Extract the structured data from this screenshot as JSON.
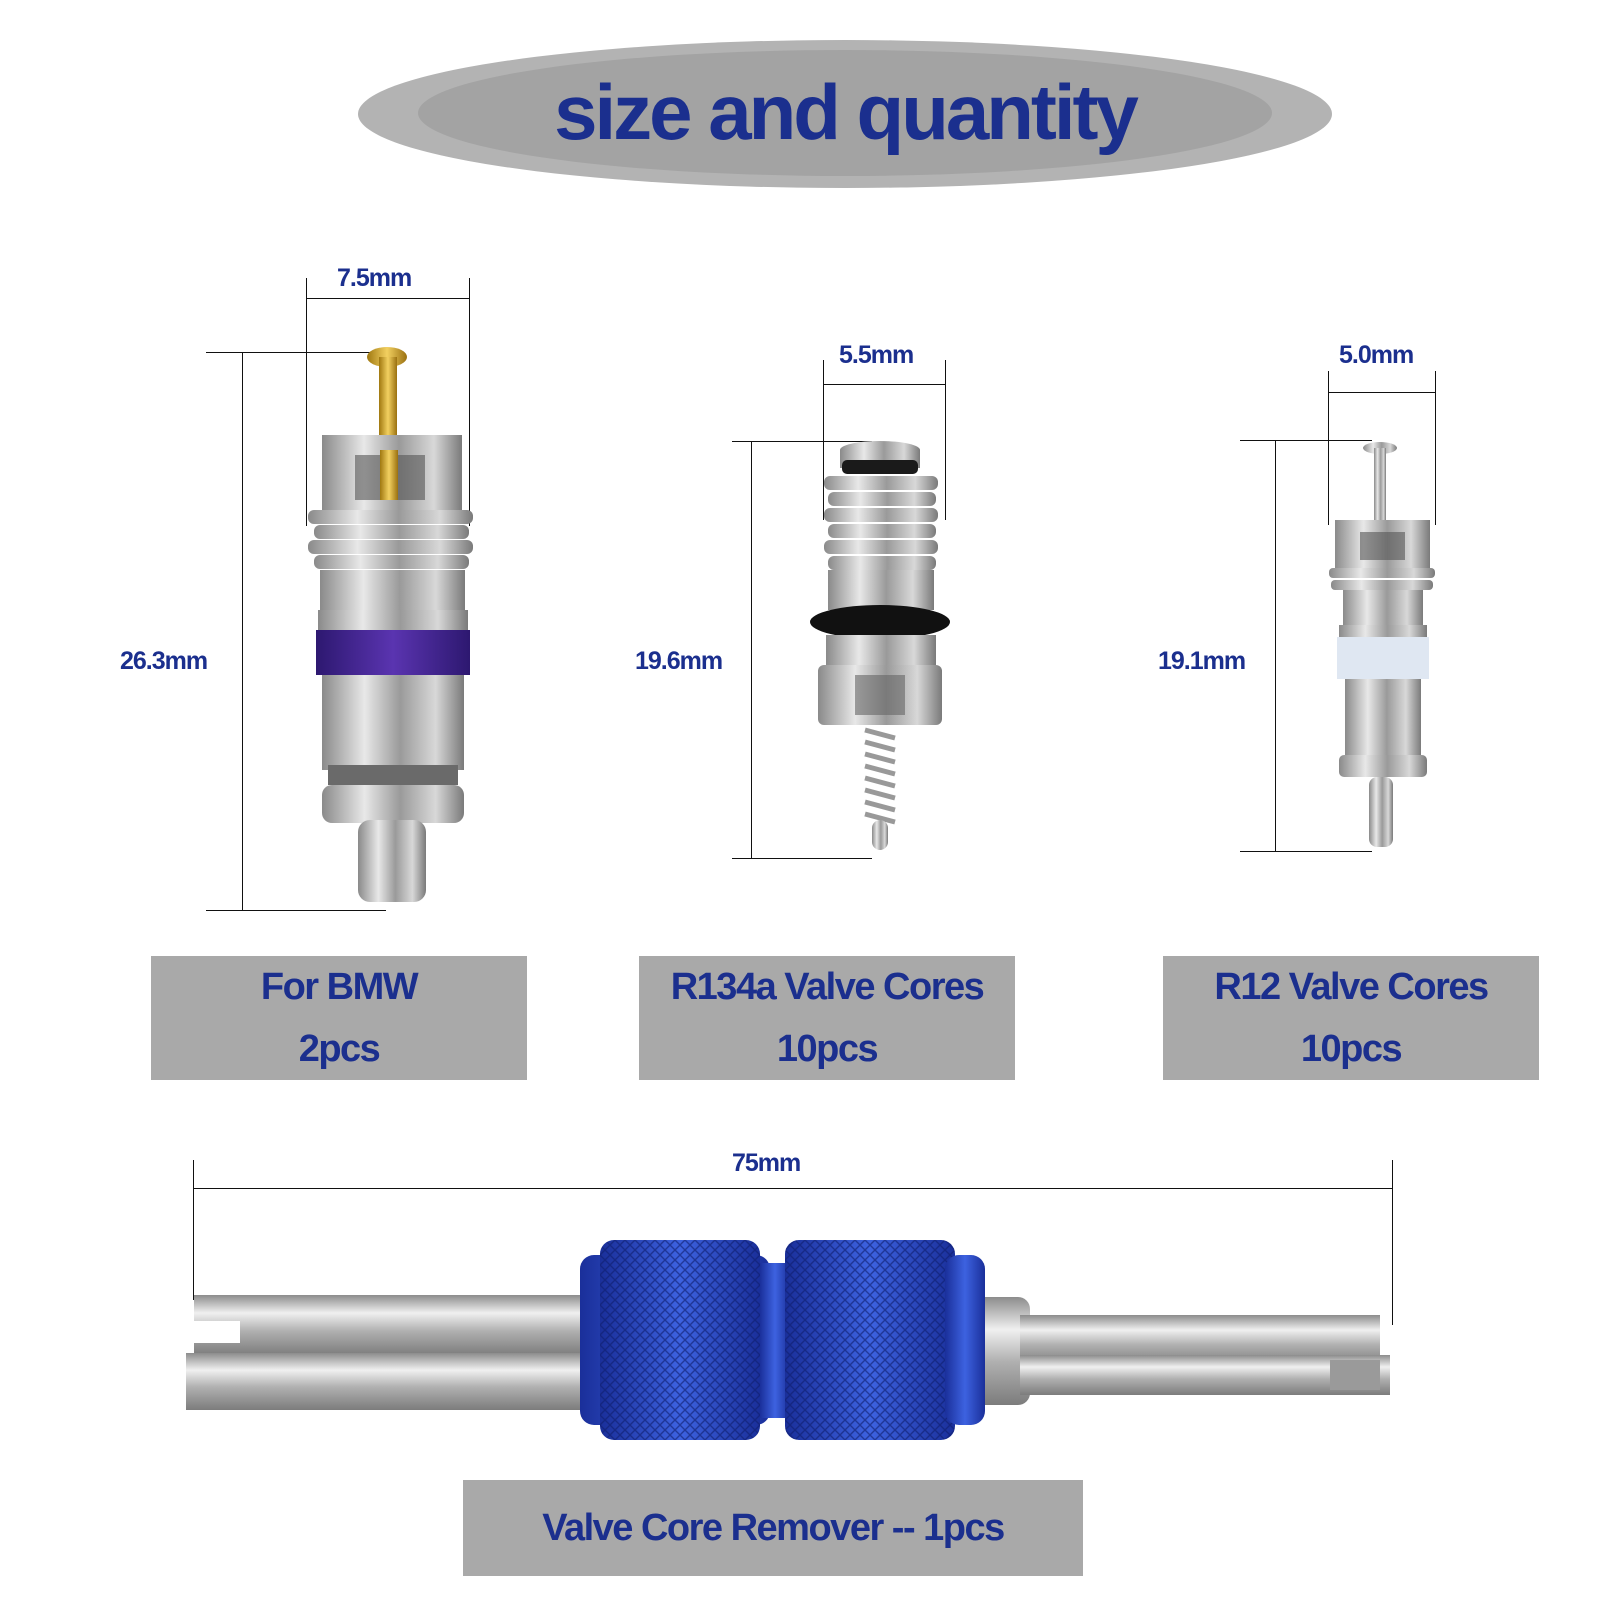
{
  "title": "size and quantity",
  "colors": {
    "text_blue": "#1b2f8e",
    "label_gray": "#a9a9a9",
    "ellipse_outer": "#b3b3b3",
    "ellipse_inner": "#a3a3a3",
    "tool_blue": "#2a48c4",
    "metal": "#c8c8c8",
    "brass": "#d4a520",
    "purple_seal": "#4a2a9a"
  },
  "items": [
    {
      "name": "BMW valve core",
      "width_dim": "7.5mm",
      "height_dim": "26.3mm",
      "label_line1": "For BMW",
      "label_line2": "2pcs"
    },
    {
      "name": "R134a valve core",
      "width_dim": "5.5mm",
      "height_dim": "19.6mm",
      "label_line1": "R134a Valve Cores",
      "label_line2": "10pcs"
    },
    {
      "name": "R12 valve core",
      "width_dim": "5.0mm",
      "height_dim": "19.1mm",
      "label_line1": "R12 Valve Cores",
      "label_line2": "10pcs"
    }
  ],
  "tool": {
    "name": "Valve core remover",
    "length_dim": "75mm",
    "label": "Valve Core Remover -- 1pcs"
  }
}
